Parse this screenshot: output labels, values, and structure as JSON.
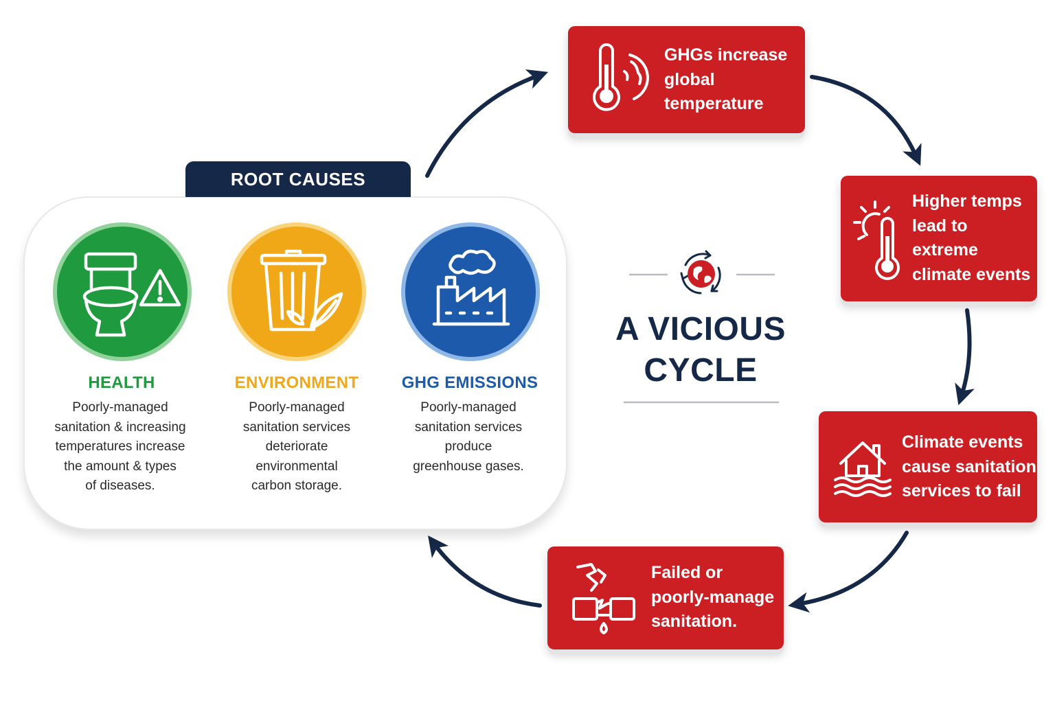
{
  "root_causes": {
    "tab_label": "ROOT CAUSES",
    "items": [
      {
        "title": "HEALTH",
        "color": "#1f9a3f",
        "icon": "toilet-warning-icon",
        "lines": [
          "Poorly-managed",
          "sanitation & increasing",
          "temperatures increase",
          "the amount & types",
          "of diseases."
        ]
      },
      {
        "title": "ENVIRONMENT",
        "color": "#f0a818",
        "icon": "trash-bin-leaf-icon",
        "lines": [
          "Poorly-managed",
          "sanitation services",
          "deteriorate",
          "environmental",
          "carbon storage."
        ]
      },
      {
        "title": "GHG EMISSIONS",
        "color": "#1d5aab",
        "icon": "factory-smoke-icon",
        "lines": [
          "Poorly-managed",
          "sanitation services",
          "produce",
          "greenhouse gases."
        ]
      }
    ]
  },
  "center": {
    "title_lines": [
      "A VICIOUS",
      "CYCLE"
    ],
    "icon": "globe-cycle-icon"
  },
  "steps": [
    {
      "icon": "thermometer-globe-icon",
      "lines": [
        "GHGs increase",
        "global",
        "temperature"
      ]
    },
    {
      "icon": "sun-thermometer-icon",
      "lines": [
        "Higher temps",
        "lead to",
        "extreme",
        "climate events"
      ]
    },
    {
      "icon": "flooded-house-icon",
      "lines": [
        "Climate events",
        "cause sanitation",
        "services to fail"
      ]
    },
    {
      "icon": "broken-pipe-icon",
      "lines": [
        "Failed or",
        "poorly-manage",
        "sanitation."
      ]
    }
  ],
  "colors": {
    "navy": "#152847",
    "red": "#cc1f24",
    "health_green": "#1f9a3f",
    "environment_yellow": "#f0a818",
    "ghg_blue": "#1d5aab"
  }
}
